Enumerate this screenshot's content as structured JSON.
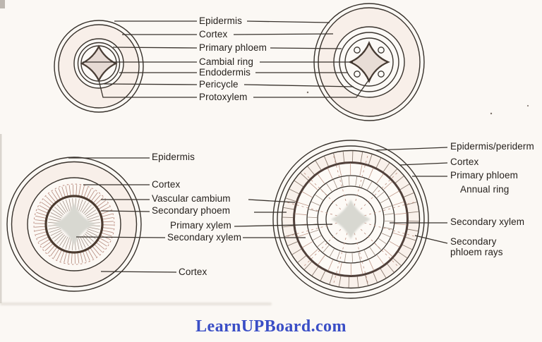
{
  "top_section": {
    "shared_labels": [
      "Epidermis",
      "Cortex",
      "Primary phloem",
      "Cambial ring",
      "Endodermis",
      "Pericycle",
      "Protoxylem"
    ]
  },
  "bottom_section": {
    "left_labels": [
      "Epidermis",
      "Cortex",
      "Cortex"
    ],
    "shared_labels": [
      "Vascular cambium",
      "Secondary phoem",
      "Primary xylem",
      "Secondary xylem"
    ],
    "right_labels": [
      "Epidermis/periderm",
      "Cortex",
      "Primary phloem",
      "Annual ring",
      "Secondary xylem",
      "Secondary",
      "phloem rays"
    ]
  },
  "watermark": {
    "text": "LearnUPBoard.com",
    "color": "#3a4ec6"
  },
  "colors": {
    "ink": "#38322c",
    "ray_pink": "#b3887b",
    "ray_grey": "#9a8b80",
    "star_fill_top": "#e6dad4",
    "star_fill_bottom": "#d8d8d1",
    "cortex_tint": "#f8efe9"
  }
}
